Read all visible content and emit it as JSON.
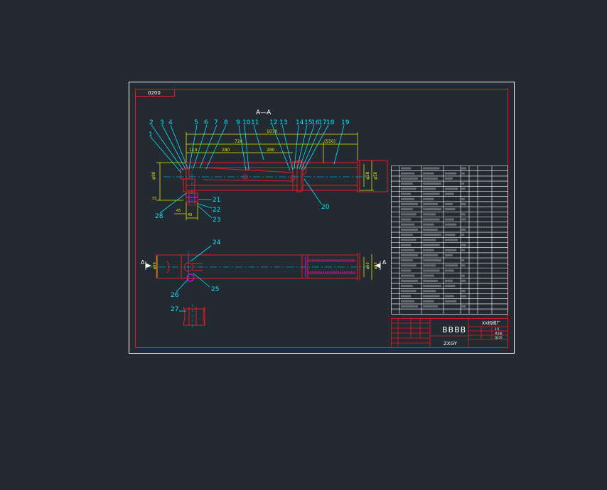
{
  "drawing": {
    "tag": "0200",
    "section_label": "A—A",
    "view_mark": "A",
    "colors": {
      "background": "#232a31",
      "border": "#e51c23",
      "sheet": "#ffffff",
      "part": "#e51c23",
      "center": "#00a0c8",
      "dim": "#e0e000",
      "leader": "#00e5ff",
      "hidden": "#ff00ff"
    },
    "balloons_top": [
      "2",
      "3",
      "4",
      "5",
      "6",
      "7",
      "8",
      "9",
      "10",
      "11",
      "12",
      "13",
      "14",
      "15",
      "16",
      "17",
      "18",
      "19"
    ],
    "balloons_left": [
      "1"
    ],
    "balloons_right": [
      "20",
      "21",
      "22",
      "23"
    ],
    "balloon_28": "28",
    "balloons_bottom": [
      "24",
      "25",
      "26",
      "27"
    ],
    "dims": {
      "overall": "1070",
      "d1": "720",
      "d2": "110",
      "d3": "280",
      "d4": "280",
      "d5": "(550)",
      "h_left": "φ90",
      "h_right1": "φ58",
      "h_right2": "φ50",
      "small1": "45",
      "small2": "40",
      "small3": "55",
      "b_left": "φ80",
      "b_right1": "φ60",
      "b_right2": "φ50"
    }
  },
  "title_block": {
    "drawing_no": "BBBB",
    "name": "ZXGY",
    "company": "XX机械厂",
    "scale": "1:5",
    "sheet": "共1张",
    "material": "Q235"
  }
}
